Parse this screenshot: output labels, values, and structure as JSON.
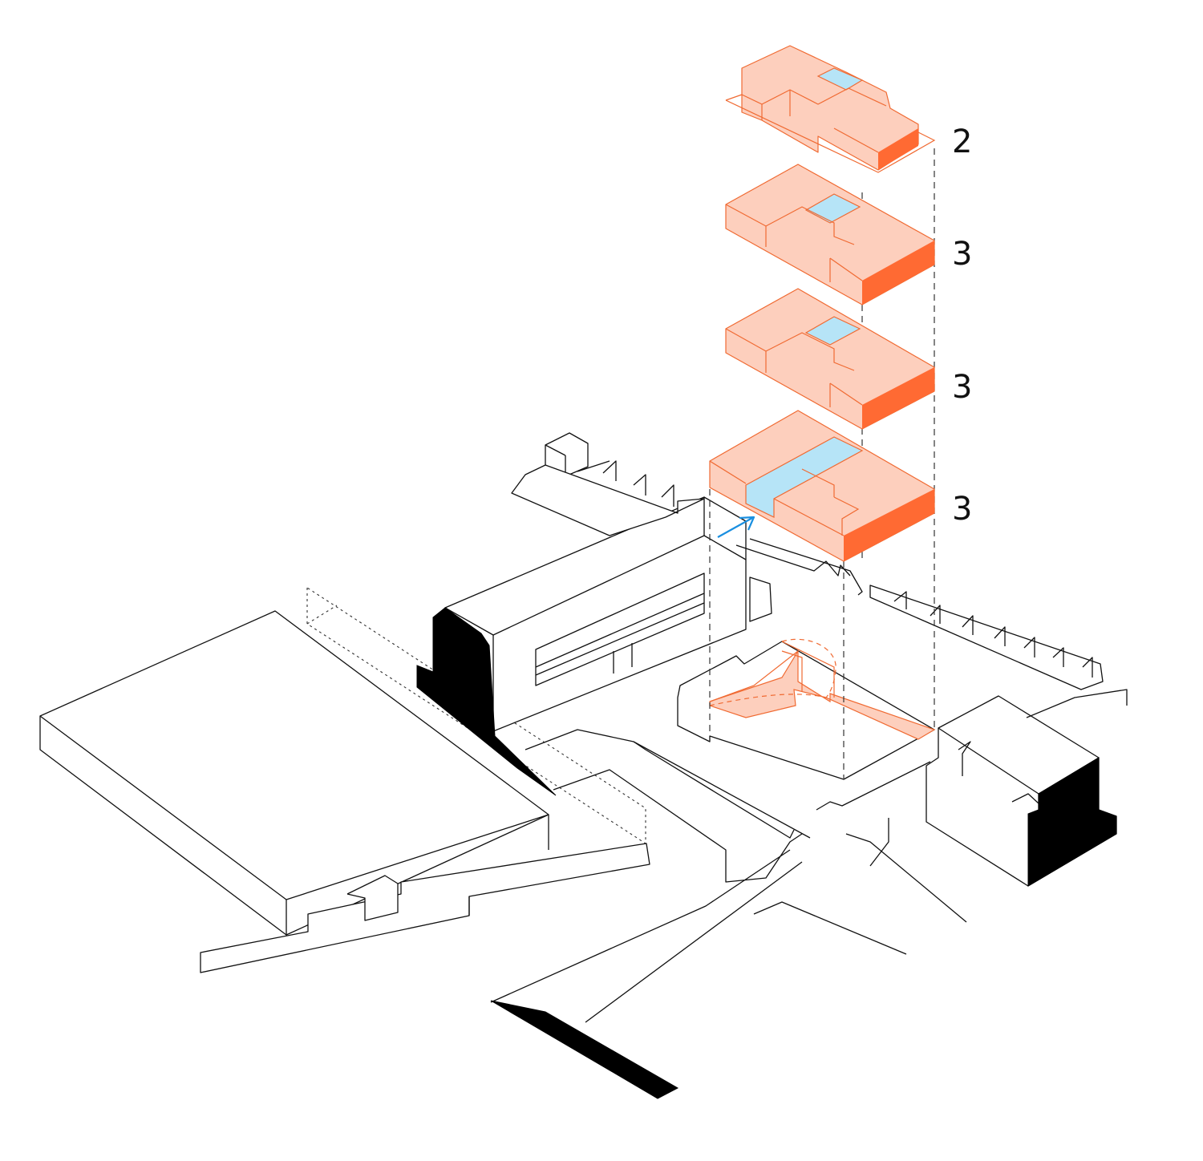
{
  "colors": {
    "floor_fill": "#fdcfbd",
    "floor_stroke": "#f06a32",
    "floor_facade": "#ff6a33",
    "void_fill": "#b6e4f7",
    "arrow": "#1a8fe0",
    "line": "#111111",
    "solid": "#000000"
  },
  "stack_labels": [
    "2",
    "3",
    "3",
    "3"
  ],
  "icons": [
    "entrance-arrow-icon"
  ]
}
